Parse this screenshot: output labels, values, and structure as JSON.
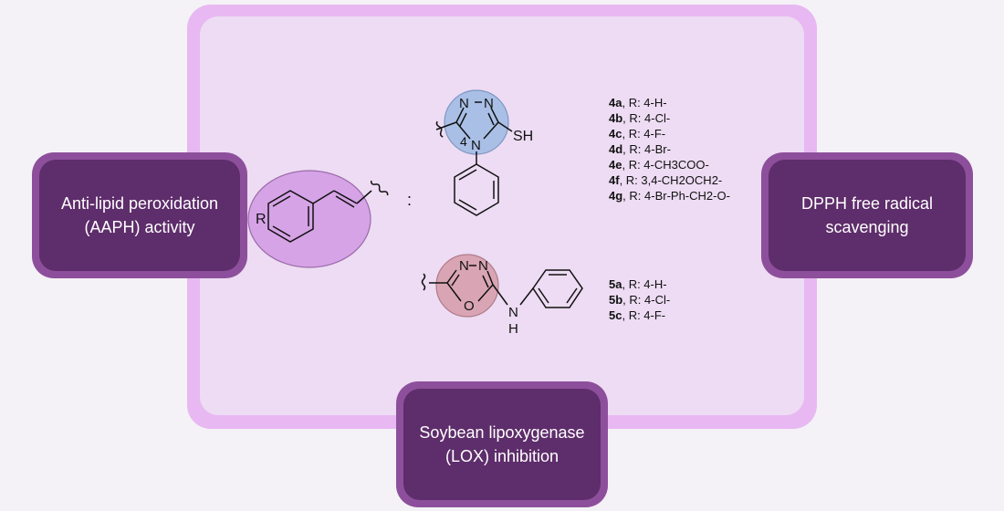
{
  "activities": {
    "left": "Anti-lipid peroxidation\n(AAPH) activity",
    "right": "DPPH free radical\nscavenging",
    "bottom": "Soybean lipoxygenase\n(LOX) inhibition"
  },
  "scaffold": {
    "r_label": "R",
    "separator": ":"
  },
  "triazole": {
    "n1": "N",
    "n2": "N",
    "n4": "N",
    "sh": "SH",
    "n4_locant": "4"
  },
  "oxadiazole": {
    "n1": "N",
    "n2": "N",
    "o": "O",
    "nh_n": "N",
    "nh_h": "H"
  },
  "compounds_4": [
    {
      "id": "4a",
      "label": ", R: 4-H-"
    },
    {
      "id": "4b",
      "label": ", R: 4-Cl-"
    },
    {
      "id": "4c",
      "label": ", R: 4-F-"
    },
    {
      "id": "4d",
      "label": ", R: 4-Br-"
    },
    {
      "id": "4e",
      "label": ", R: 4-CH3COO-"
    },
    {
      "id": "4f",
      "label": ", R: 3,4-CH2OCH2-"
    },
    {
      "id": "4g",
      "label": ", R: 4-Br-Ph-CH2-O-"
    }
  ],
  "compounds_5": [
    {
      "id": "5a",
      "label": ", R: 4-H-"
    },
    {
      "id": "5b",
      "label": ", R: 4-Cl-"
    },
    {
      "id": "5c",
      "label": ", R: 4-F-"
    }
  ],
  "colors": {
    "panel_outer": "#e8b8f2",
    "panel_inner": "#eddcf3",
    "box_dark": "#5e2d6b",
    "box_border": "#8d4f9b",
    "scaffold_highlight": "#d6a3e6",
    "triazole_highlight": "#a9bfe6",
    "oxadiazole_highlight": "#d9a5b4"
  }
}
